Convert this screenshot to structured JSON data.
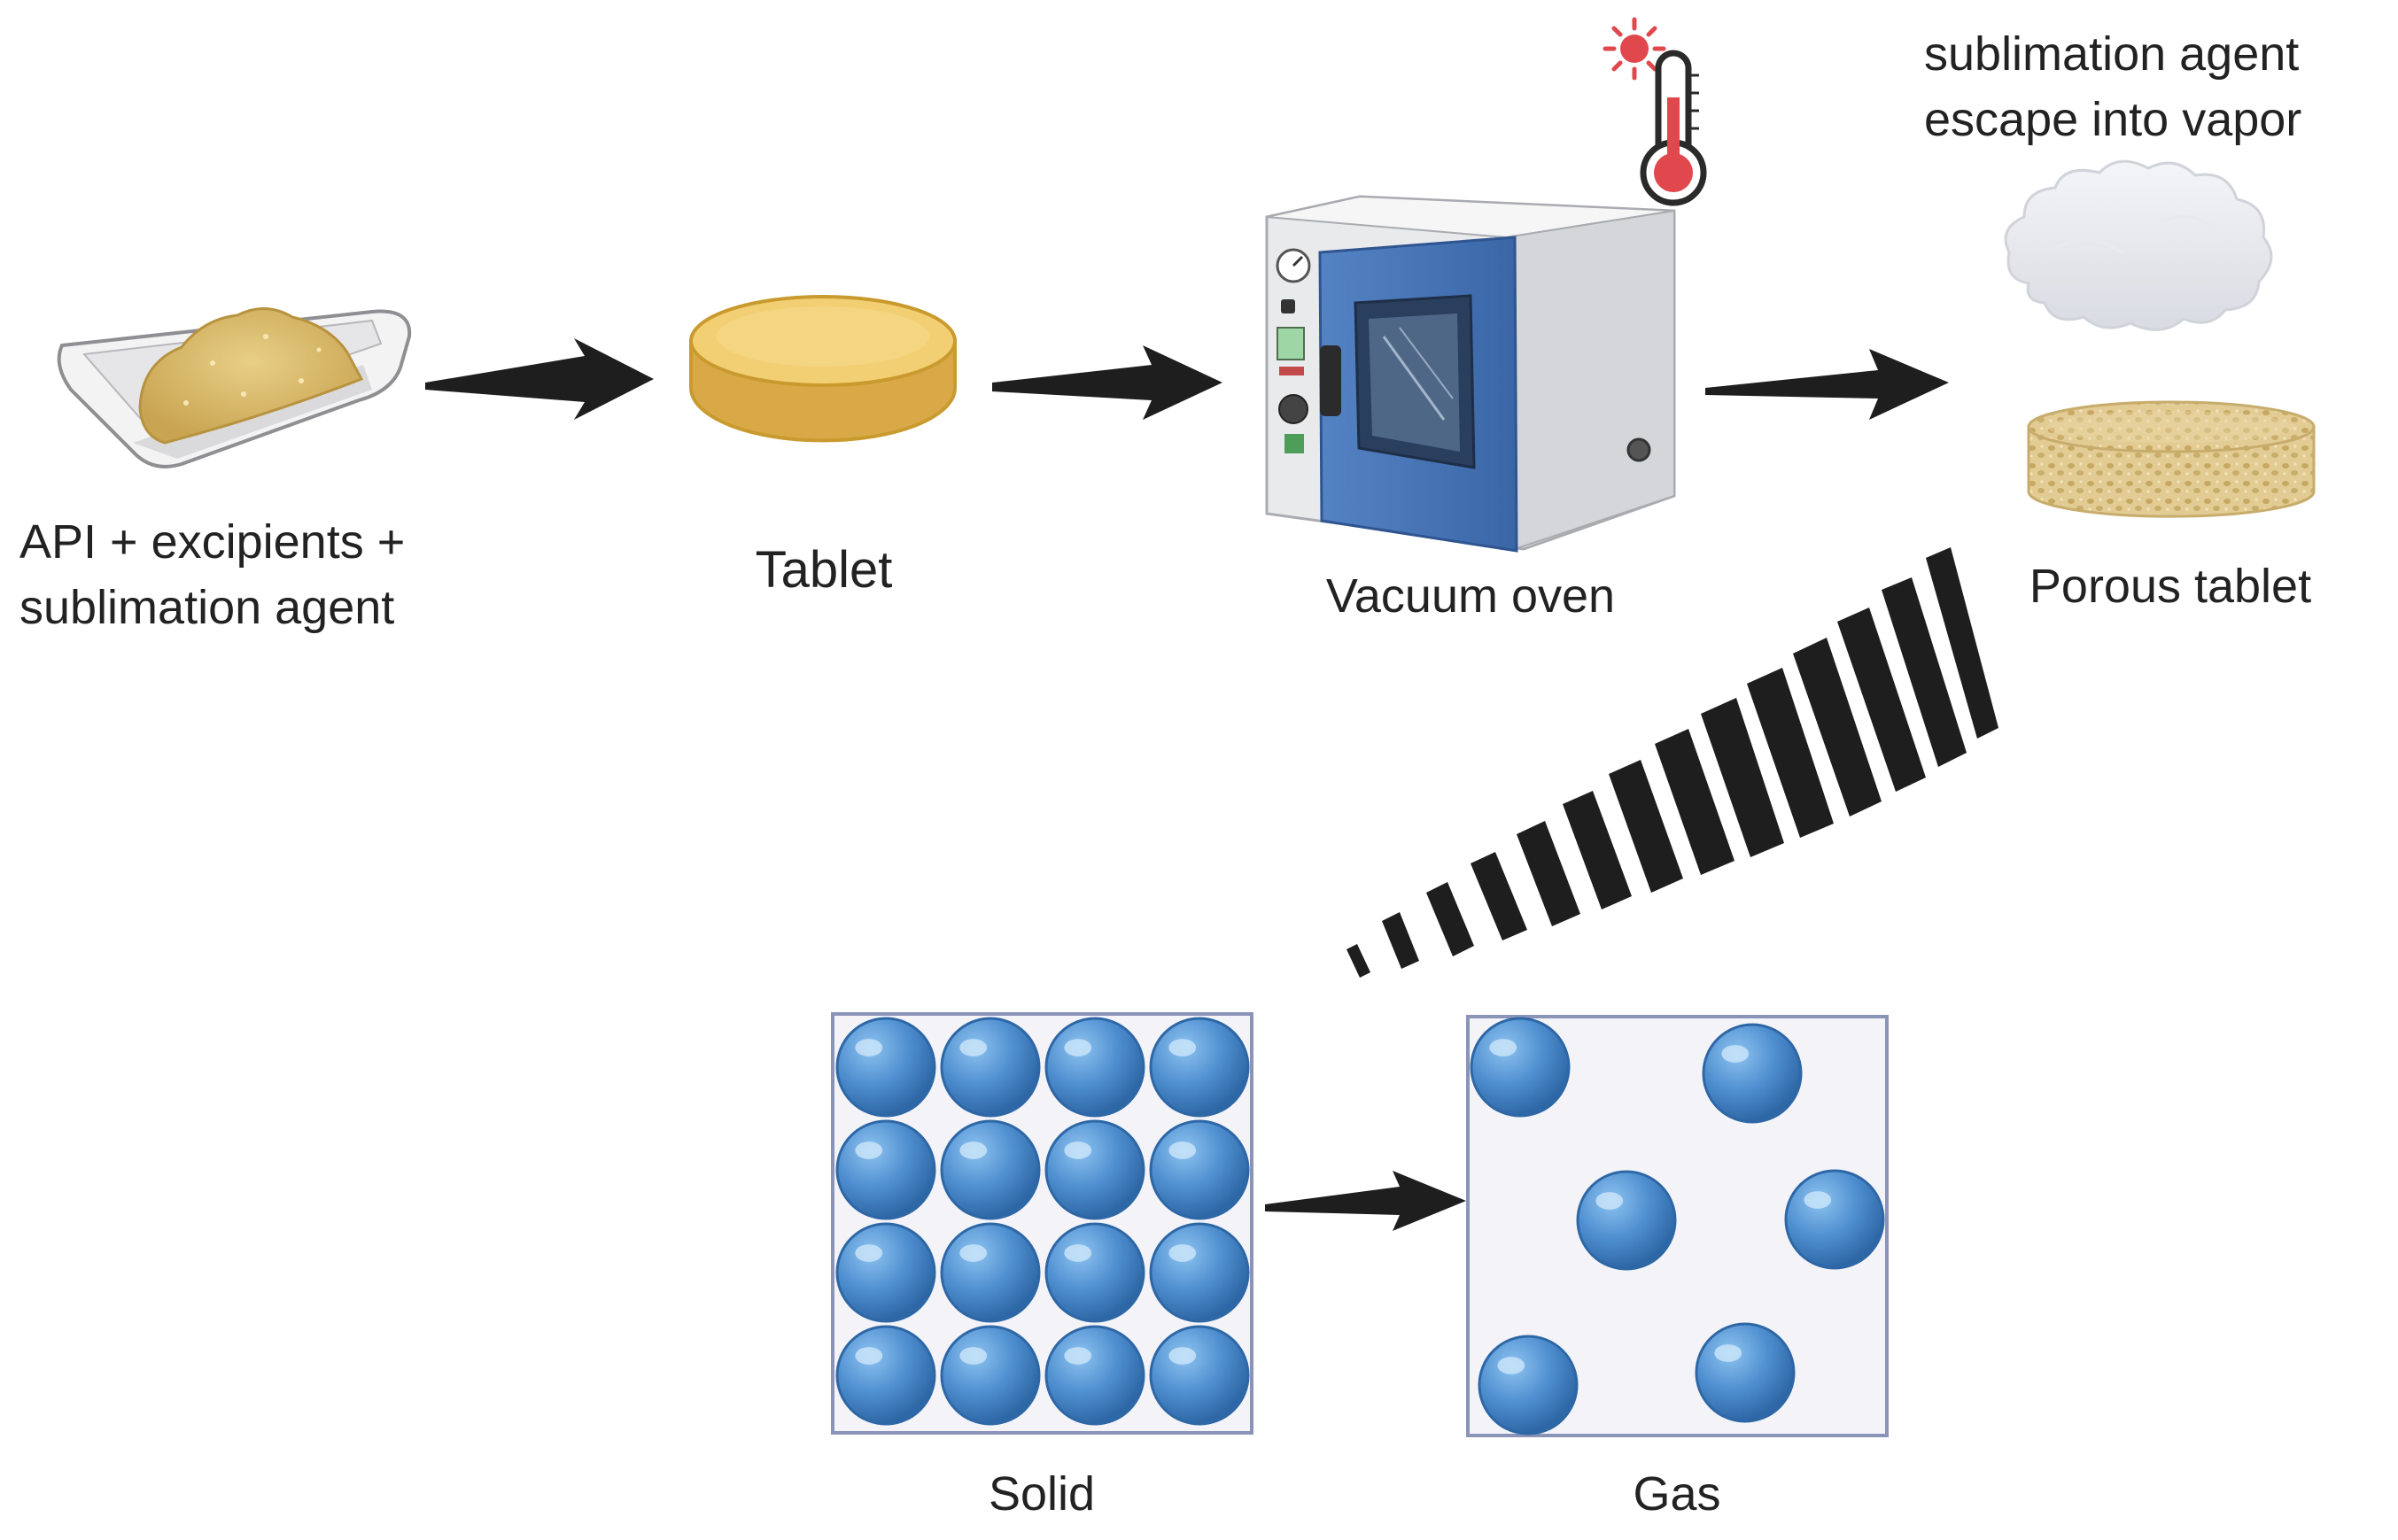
{
  "labels": {
    "mixture_line1": "API + excipients +",
    "mixture_line2": "sublimation agent",
    "tablet": "Tablet",
    "oven": "Vacuum oven",
    "vapor_line1": "sublimation agent",
    "vapor_line2": "escape into vapor",
    "porous": "Porous tablet",
    "solid": "Solid",
    "gas": "Gas"
  },
  "colors": {
    "powder": "#D9BE6A",
    "tablet": "#F2CF73",
    "tablet_edge": "#C99A2E",
    "oven_body": "#E9EAEC",
    "oven_door": "#3F6FB2",
    "molecule": "#4F8FD0",
    "molecule_dark": "#2E67A6",
    "box_fill": "#F4F4F8",
    "box_border": "#8A93B8",
    "thermometer_red": "#E0484E",
    "arrow": "#1E1E1E"
  },
  "icons": [
    "powder-dish-icon",
    "tablet-icon",
    "vacuum-oven-icon",
    "thermometer-icon",
    "sun-heat-icon",
    "vapor-cloud-icon",
    "porous-tablet-icon",
    "solid-molecules-icon",
    "gas-molecules-icon"
  ]
}
